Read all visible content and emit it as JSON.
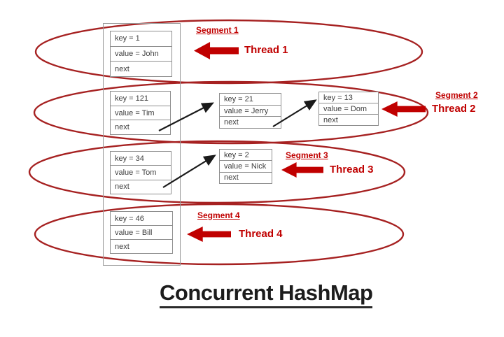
{
  "title": "Concurrent HashMap",
  "colors": {
    "arrow": "#C00000",
    "label_red": "#C00000",
    "ellipse_stroke": "#A62121",
    "pointer_black": "#1a1a1a",
    "box_border": "#8f8f8f",
    "title_text": "#1c1c1c"
  },
  "segments": [
    {
      "label": "Segment 1",
      "thread": "Thread 1",
      "nodes": [
        {
          "key": "key = 1",
          "value": "value = John",
          "next": "next"
        }
      ]
    },
    {
      "label": "Segment 2",
      "thread": "Thread 2",
      "nodes": [
        {
          "key": "key = 121",
          "value": "value = Tim",
          "next": "next"
        },
        {
          "key": "key = 21",
          "value": "value = Jerry",
          "next": "next"
        },
        {
          "key": "key = 13",
          "value": "value = Dom",
          "next": "next"
        }
      ]
    },
    {
      "label": "Segment 3",
      "thread": "Thread 3",
      "nodes": [
        {
          "key": "key = 34",
          "value": "value = Tom",
          "next": "next"
        },
        {
          "key": "key = 2",
          "value": "value = Nick",
          "next": "next"
        }
      ]
    },
    {
      "label": "Segment 4",
      "thread": "Thread 4",
      "nodes": [
        {
          "key": "key = 46",
          "value": "value = Bill",
          "next": "next"
        }
      ]
    }
  ]
}
